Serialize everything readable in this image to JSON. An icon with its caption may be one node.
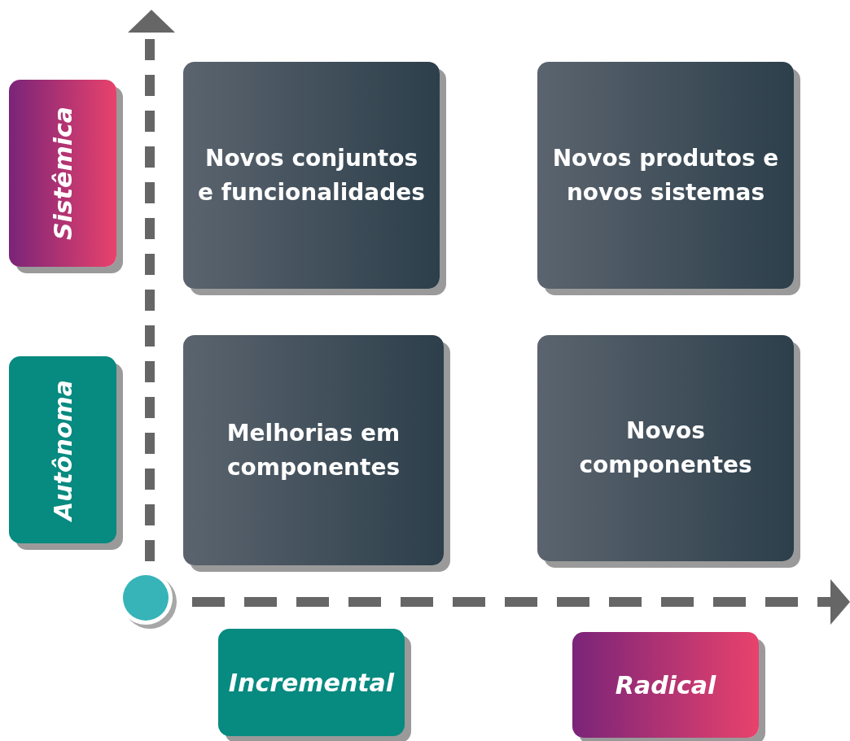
{
  "diagram": {
    "nodes": [
      {
        "text": [
          "Sistêmica"
        ]
      },
      {
        "text": [
          "Novos conjuntos e funcionalidades"
        ]
      },
      {
        "text": [
          "Novos produtos e novos sistemas"
        ]
      },
      {
        "text": [
          "Autônoma"
        ]
      },
      {
        "text": [
          "Melhorias em componentes"
        ]
      },
      {
        "text": [
          "Novos componentes"
        ]
      },
      {
        "text": [
          "Incremental"
        ]
      },
      {
        "text": [
          "Radical"
        ]
      }
    ]
  }
}
